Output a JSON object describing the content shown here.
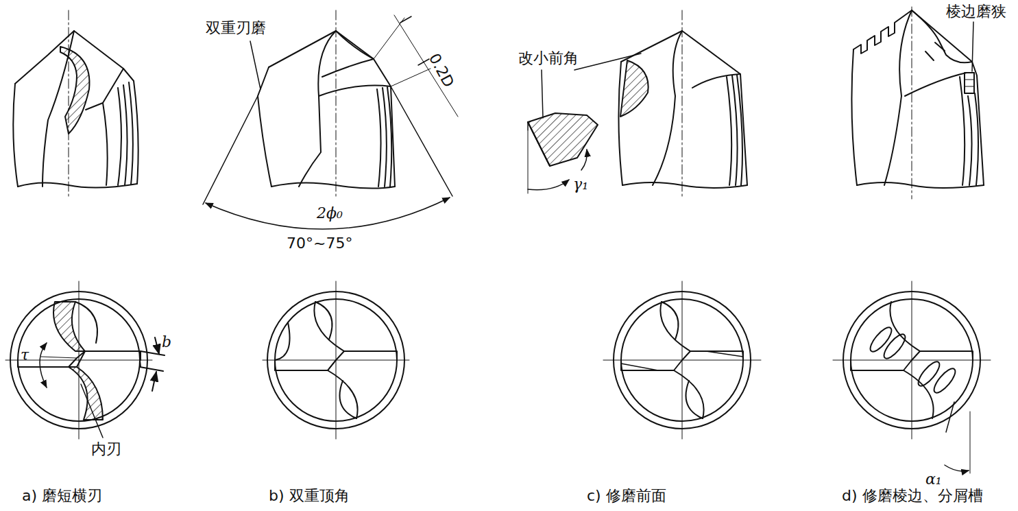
{
  "diagram": {
    "labels": [
      "双重刃磨",
      "0.2D",
      "2ϕ₀",
      "70°~75°",
      "改小前角",
      "γ₁",
      "棱边磨狭",
      "τ",
      "b",
      "内刃",
      "α₁",
      "a) 磨短横刃",
      "b) 双重顶角",
      "c) 修磨前面",
      "d) 修磨棱边、分屑槽"
    ]
  }
}
